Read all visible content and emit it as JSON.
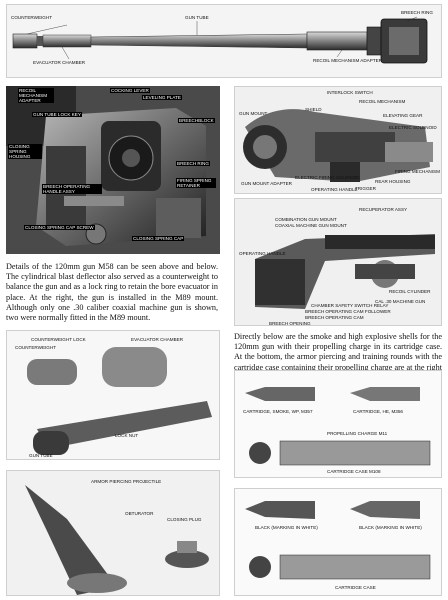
{
  "gun_tube_figure": {
    "labels": {
      "counterweight": "COUNTERWEIGHT",
      "gun_tube": "GUN TUBE",
      "breech_ring": "BREECH RING",
      "evacuator_chamber": "EVACUATOR CHAMBER",
      "recoil_adapter": "RECOIL MECHANISM ADAPTER"
    }
  },
  "breech_photo": {
    "labels": {
      "recoil_adapter": "RECOIL MECHANISM ADAPTER",
      "cocking_lever": "COCKING LEVER",
      "leveling_plate": "LEVELING PLATE",
      "gun_tube_lock_key": "GUN TUBE LOCK KEY",
      "breechblock": "BREECHBLOCK",
      "closing_spring_housing": "CLOSING SPRING HOUSING",
      "breech_ring": "BREECH RING",
      "firing_spring_retainer": "FIRING SPRING RETAINER",
      "breech_operating_handle": "BREECH OPERATING HANDLE ASSY",
      "closing_spring_cap_screw": "CLOSING SPRING CAP SCREW",
      "closing_spring_cap": "CLOSING SPRING CAP"
    }
  },
  "mount_photo_top": {
    "labels": [
      "INTERLOCK SWITCH",
      "RECOIL MECHANISM",
      "GUN MOUNT",
      "ELEVATING GEAR",
      "ELECTRIC SOLENOID",
      "SHIELD",
      "FIRING MECHANISM",
      "REAR HOUSING",
      "TRIGGER",
      "OPERATING HANDLE",
      "GUN MOUNT ADAPTER",
      "ELECTRIC FIRING SOLENOID"
    ]
  },
  "mount_photo_bottom": {
    "labels": [
      "RECUPERATOR ASSY",
      "COMBINATION GUN MOUNT",
      "COAXIAL MACHINE GUN MOUNT",
      "RECOIL CYLINDER",
      "OPERATING HANDLE",
      "CHAMBER SAFETY SWITCH RELAY",
      "BREECH OPERATING CAM FOLLOWER",
      "BREECH OPERATING CAM",
      "CAL .30 MACHINE GUN",
      "BREECH OPENING"
    ]
  },
  "caption_left": "Details of the 120mm gun M58 can be seen above and below. The cylindrical blast deflector also served as a counterweight to balance the gun and as a lock ring to retain the bore evacuator in place. At the right, the gun is installed in the M89 mount. Although only one .30 caliber coaxial machine gun is shown, two were normally fitted in the M89 mount.",
  "caption_right": "Directly below are the smoke and high explosive shells for the 120mm gun with their propelling charge in its cartridge case. At the bottom, the armor piercing and training rounds with the cartridge case containing their propelling charge are at the right and details of the obturator and closing plug appear at the left.",
  "evacuator_drawing": {
    "labels": [
      "COUNTERWEIGHT LOCK",
      "COUNTERWEIGHT",
      "EVACUATOR CHAMBER",
      "GUN TUBE",
      "LOCK NUT"
    ]
  },
  "ammo_he": {
    "labels": [
      "CARTRIDGE, SMOKE, WP, M357",
      "CARTRIDGE, HE, M356",
      "PROPELLING CHARGE M11",
      "CARTRIDGE CASE M108"
    ]
  },
  "ap_projectile": {
    "labels": [
      "ARMOR PIERCING PROJECTILE",
      "OBTURATOR",
      "CLOSING PLUG"
    ]
  },
  "ammo_ap": {
    "labels": [
      "BLACK (MARKING IN WHITE)",
      "BLACK (MARKING IN WHITE)",
      "CARTRIDGE CASE"
    ]
  }
}
